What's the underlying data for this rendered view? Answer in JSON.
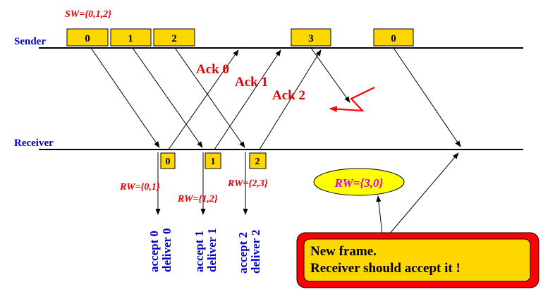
{
  "sender": {
    "label": "Sender",
    "window_note": "SW={0,1,2}",
    "frames": [
      "0",
      "1",
      "2",
      "3",
      "0"
    ]
  },
  "receiver": {
    "label": "Receiver",
    "frames": [
      "0",
      "1",
      "2"
    ],
    "windows": [
      "RW={0,1}",
      "RW={1,2}",
      "RW={2,3}"
    ],
    "deliveries": [
      [
        "accept 0",
        "deliver 0"
      ],
      [
        "accept 1",
        "deliver 1"
      ],
      [
        "accept 2",
        "deliver 2"
      ]
    ],
    "final_window": "RW={3,0}"
  },
  "acks": [
    "Ack 0",
    "Ack 1",
    "Ack 2"
  ],
  "note": [
    "New frame.",
    "Receiver should accept it !"
  ],
  "colors": {
    "frame_fill": "#ffd700",
    "ack_text": "#e00000",
    "label_blue": "#0000cc",
    "window_text": "#e00000",
    "ellipse_fill": "#ffff00",
    "ellipse_text": "#e000e0",
    "note_outer": "#ff0000",
    "note_inner": "#ffd700",
    "lost_mark": "#ff0000"
  }
}
